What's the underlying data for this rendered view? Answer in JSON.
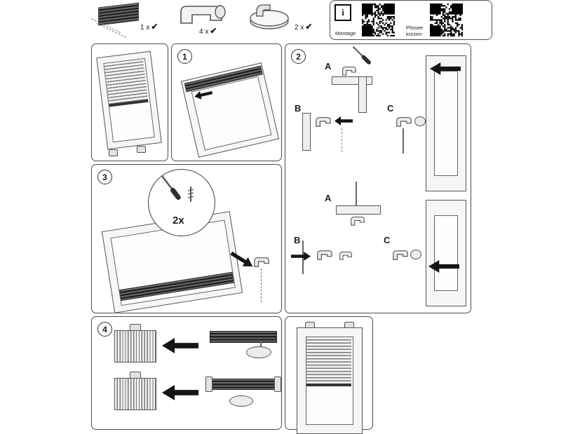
{
  "parts": {
    "items": [
      {
        "count": "1 x",
        "check": "✔"
      },
      {
        "count": "4 x",
        "check": "✔"
      },
      {
        "count": "2 x",
        "check": "✔"
      }
    ],
    "info_icon": "i",
    "qr": [
      {
        "label": "Montage"
      },
      {
        "label": "Plissee kürzen"
      }
    ]
  },
  "steps": {
    "badge1": "1",
    "badge2": "2",
    "badge3": "3",
    "badge4": "4",
    "step2": {
      "top": {
        "a": "A",
        "b": "B",
        "c": "C"
      },
      "bottom": {
        "a": "A",
        "b": "B",
        "c": "C"
      }
    },
    "step3": {
      "screw_count": "2x"
    }
  }
}
